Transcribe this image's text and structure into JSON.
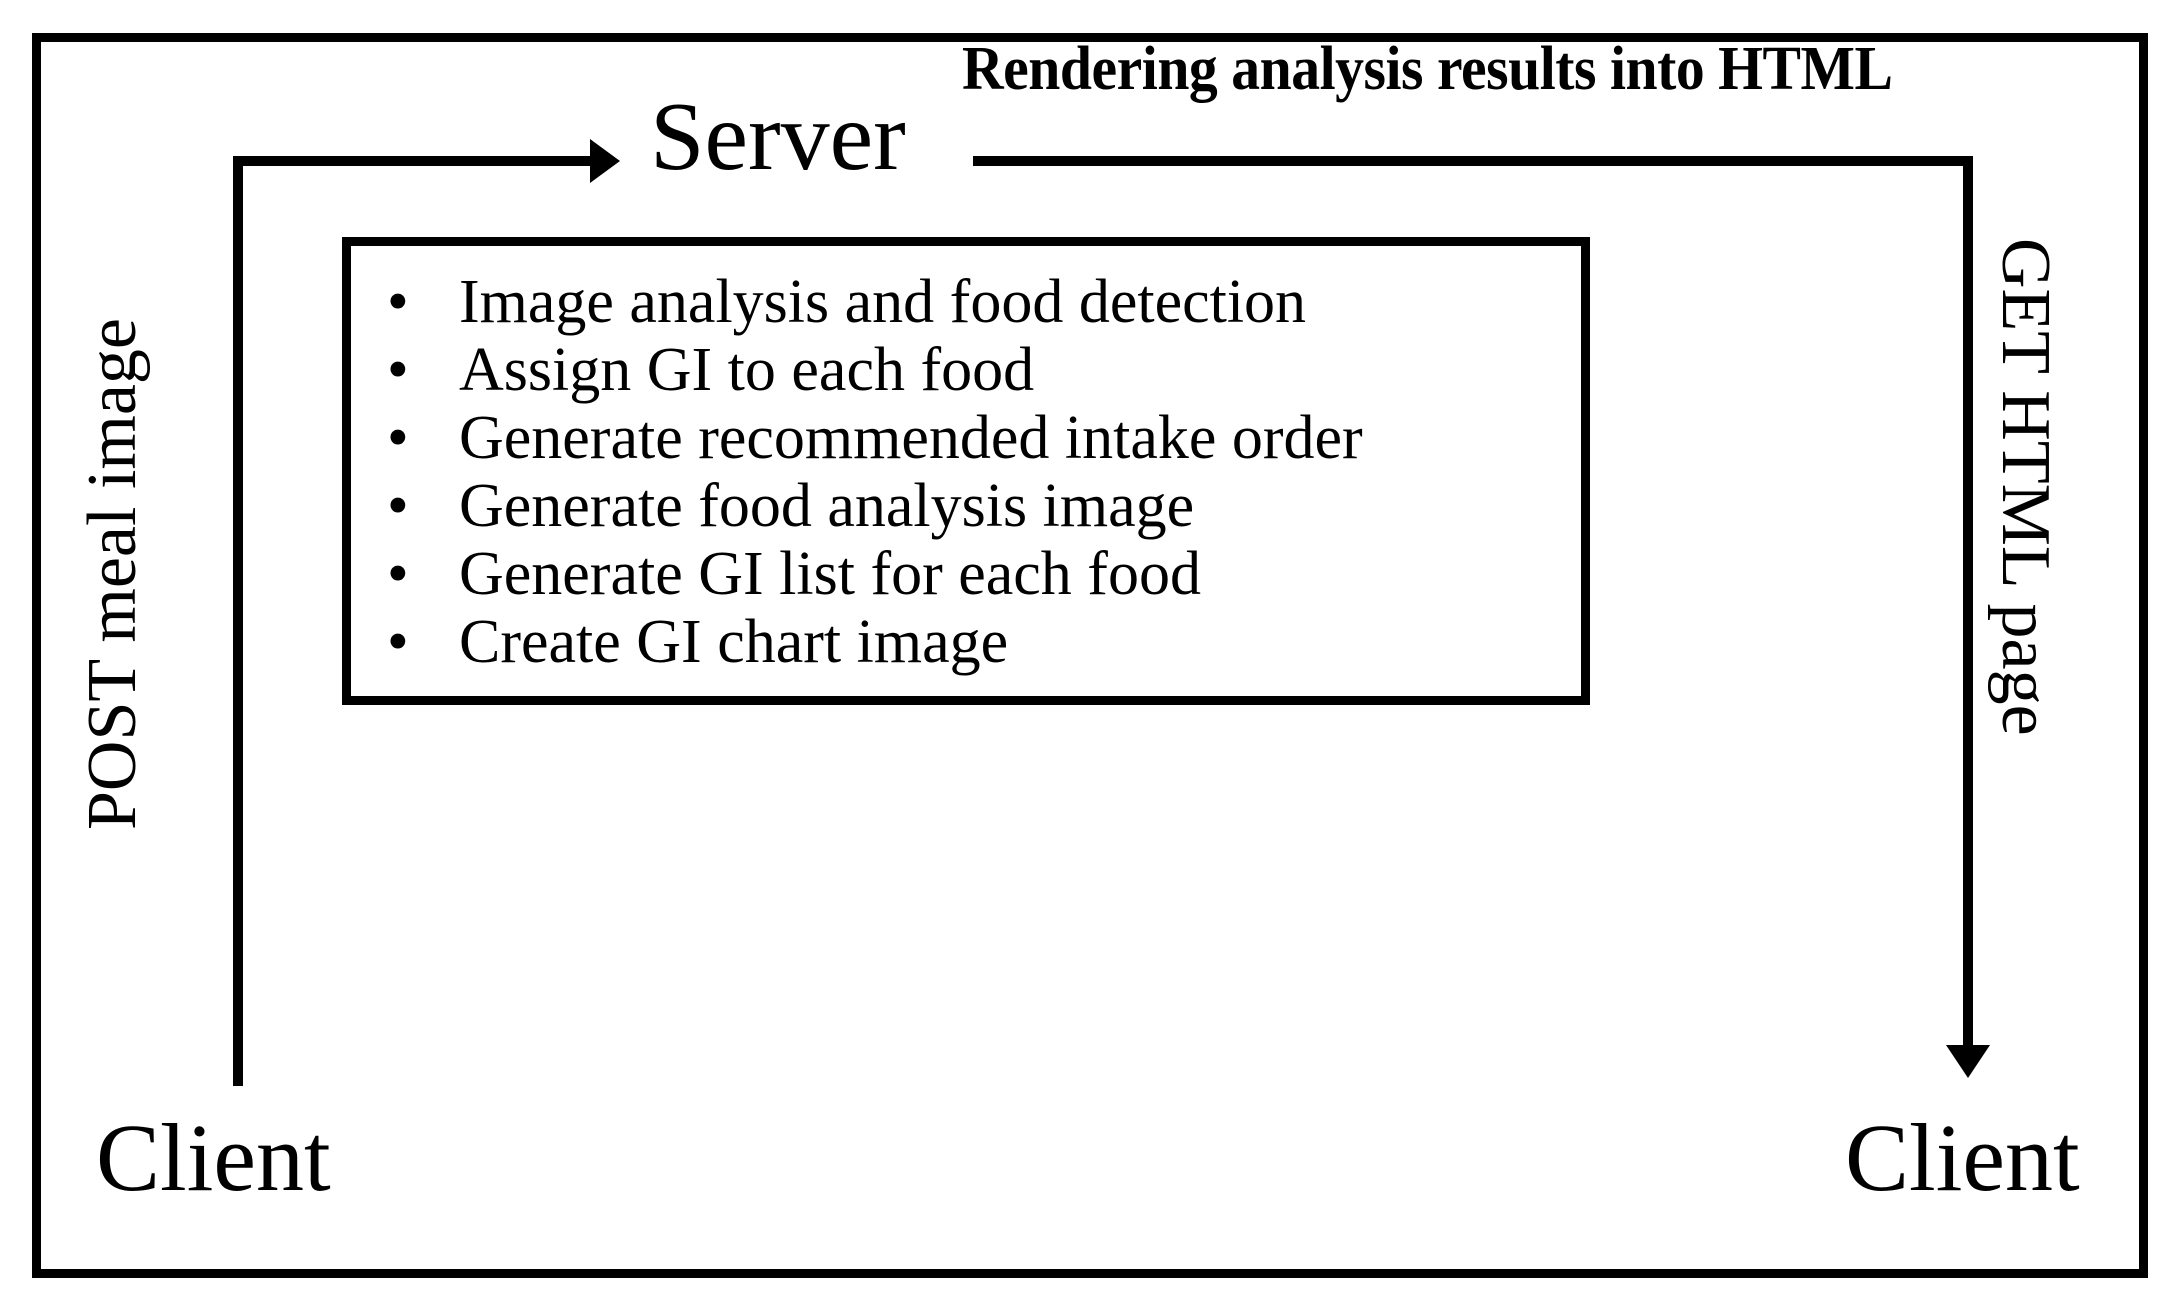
{
  "diagram": {
    "title_header": "Rendering analysis results into HTML",
    "nodes": {
      "server": "Server",
      "client_left": "Client",
      "client_right": "Client"
    },
    "edges": {
      "post_label": "POST meal image",
      "get_label": "GET HTML page",
      "header_label": "Rendering analysis results into HTML"
    },
    "process_box": {
      "bullet_glyph": "•",
      "items": [
        "Image analysis and food detection",
        "Assign GI to each food",
        "Generate recommended intake order",
        "Generate food analysis image",
        "Generate GI list for each food",
        "Create GI chart image"
      ]
    },
    "colors": {
      "line": "#000000",
      "background": "#ffffff",
      "text": "#000000"
    }
  }
}
